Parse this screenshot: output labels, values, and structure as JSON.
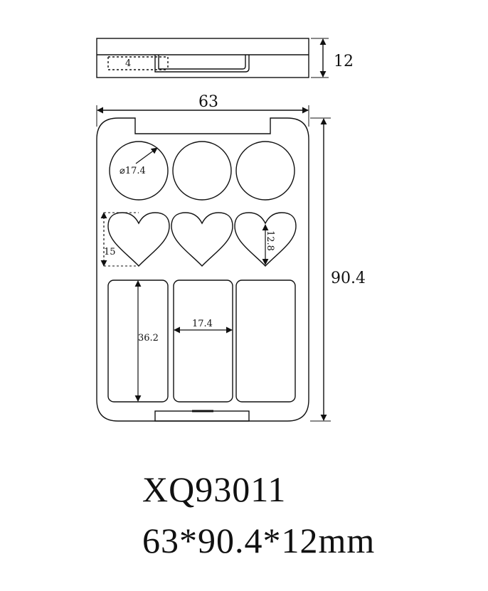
{
  "dimensions": {
    "height": "12",
    "width": "63",
    "length": "90.4",
    "clasp_depth": "4",
    "circle_diameter": "⌀17.4",
    "heart_height_outer": "15",
    "heart_height_inner": "12.8",
    "pan_height": "36.2",
    "pan_width": "17.4"
  },
  "caption": {
    "model": "XQ93011",
    "size": "63*90.4*12mm"
  },
  "colors": {
    "line": "#111111",
    "background": "#ffffff"
  }
}
